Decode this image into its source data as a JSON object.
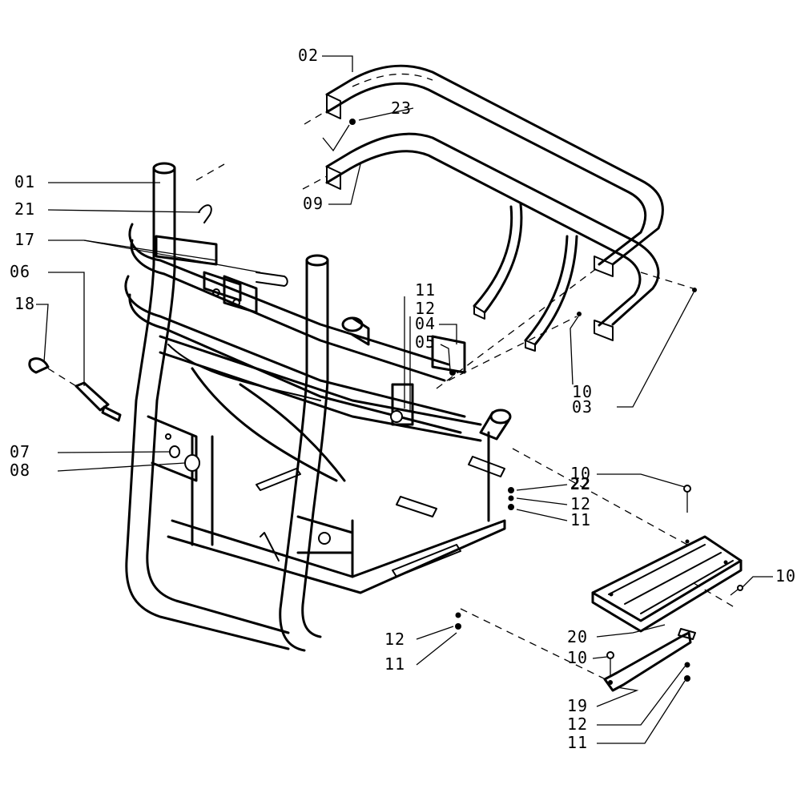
{
  "callouts": {
    "c01": "01",
    "c02": "02",
    "c03": "03",
    "c04": "04",
    "c05": "05",
    "c06": "06",
    "c07": "07",
    "c08": "08",
    "c09": "09",
    "c10a": "10",
    "c10b": "10",
    "c10c": "10",
    "c10d": "10",
    "c11a": "11",
    "c11b": "11",
    "c11c": "11",
    "c11d": "11",
    "c12a": "12",
    "c12b": "12",
    "c12c": "12",
    "c12d": "12",
    "c17": "17",
    "c18": "18",
    "c19": "19",
    "c20": "20",
    "c21": "21",
    "c22": "22",
    "c23": "23"
  }
}
